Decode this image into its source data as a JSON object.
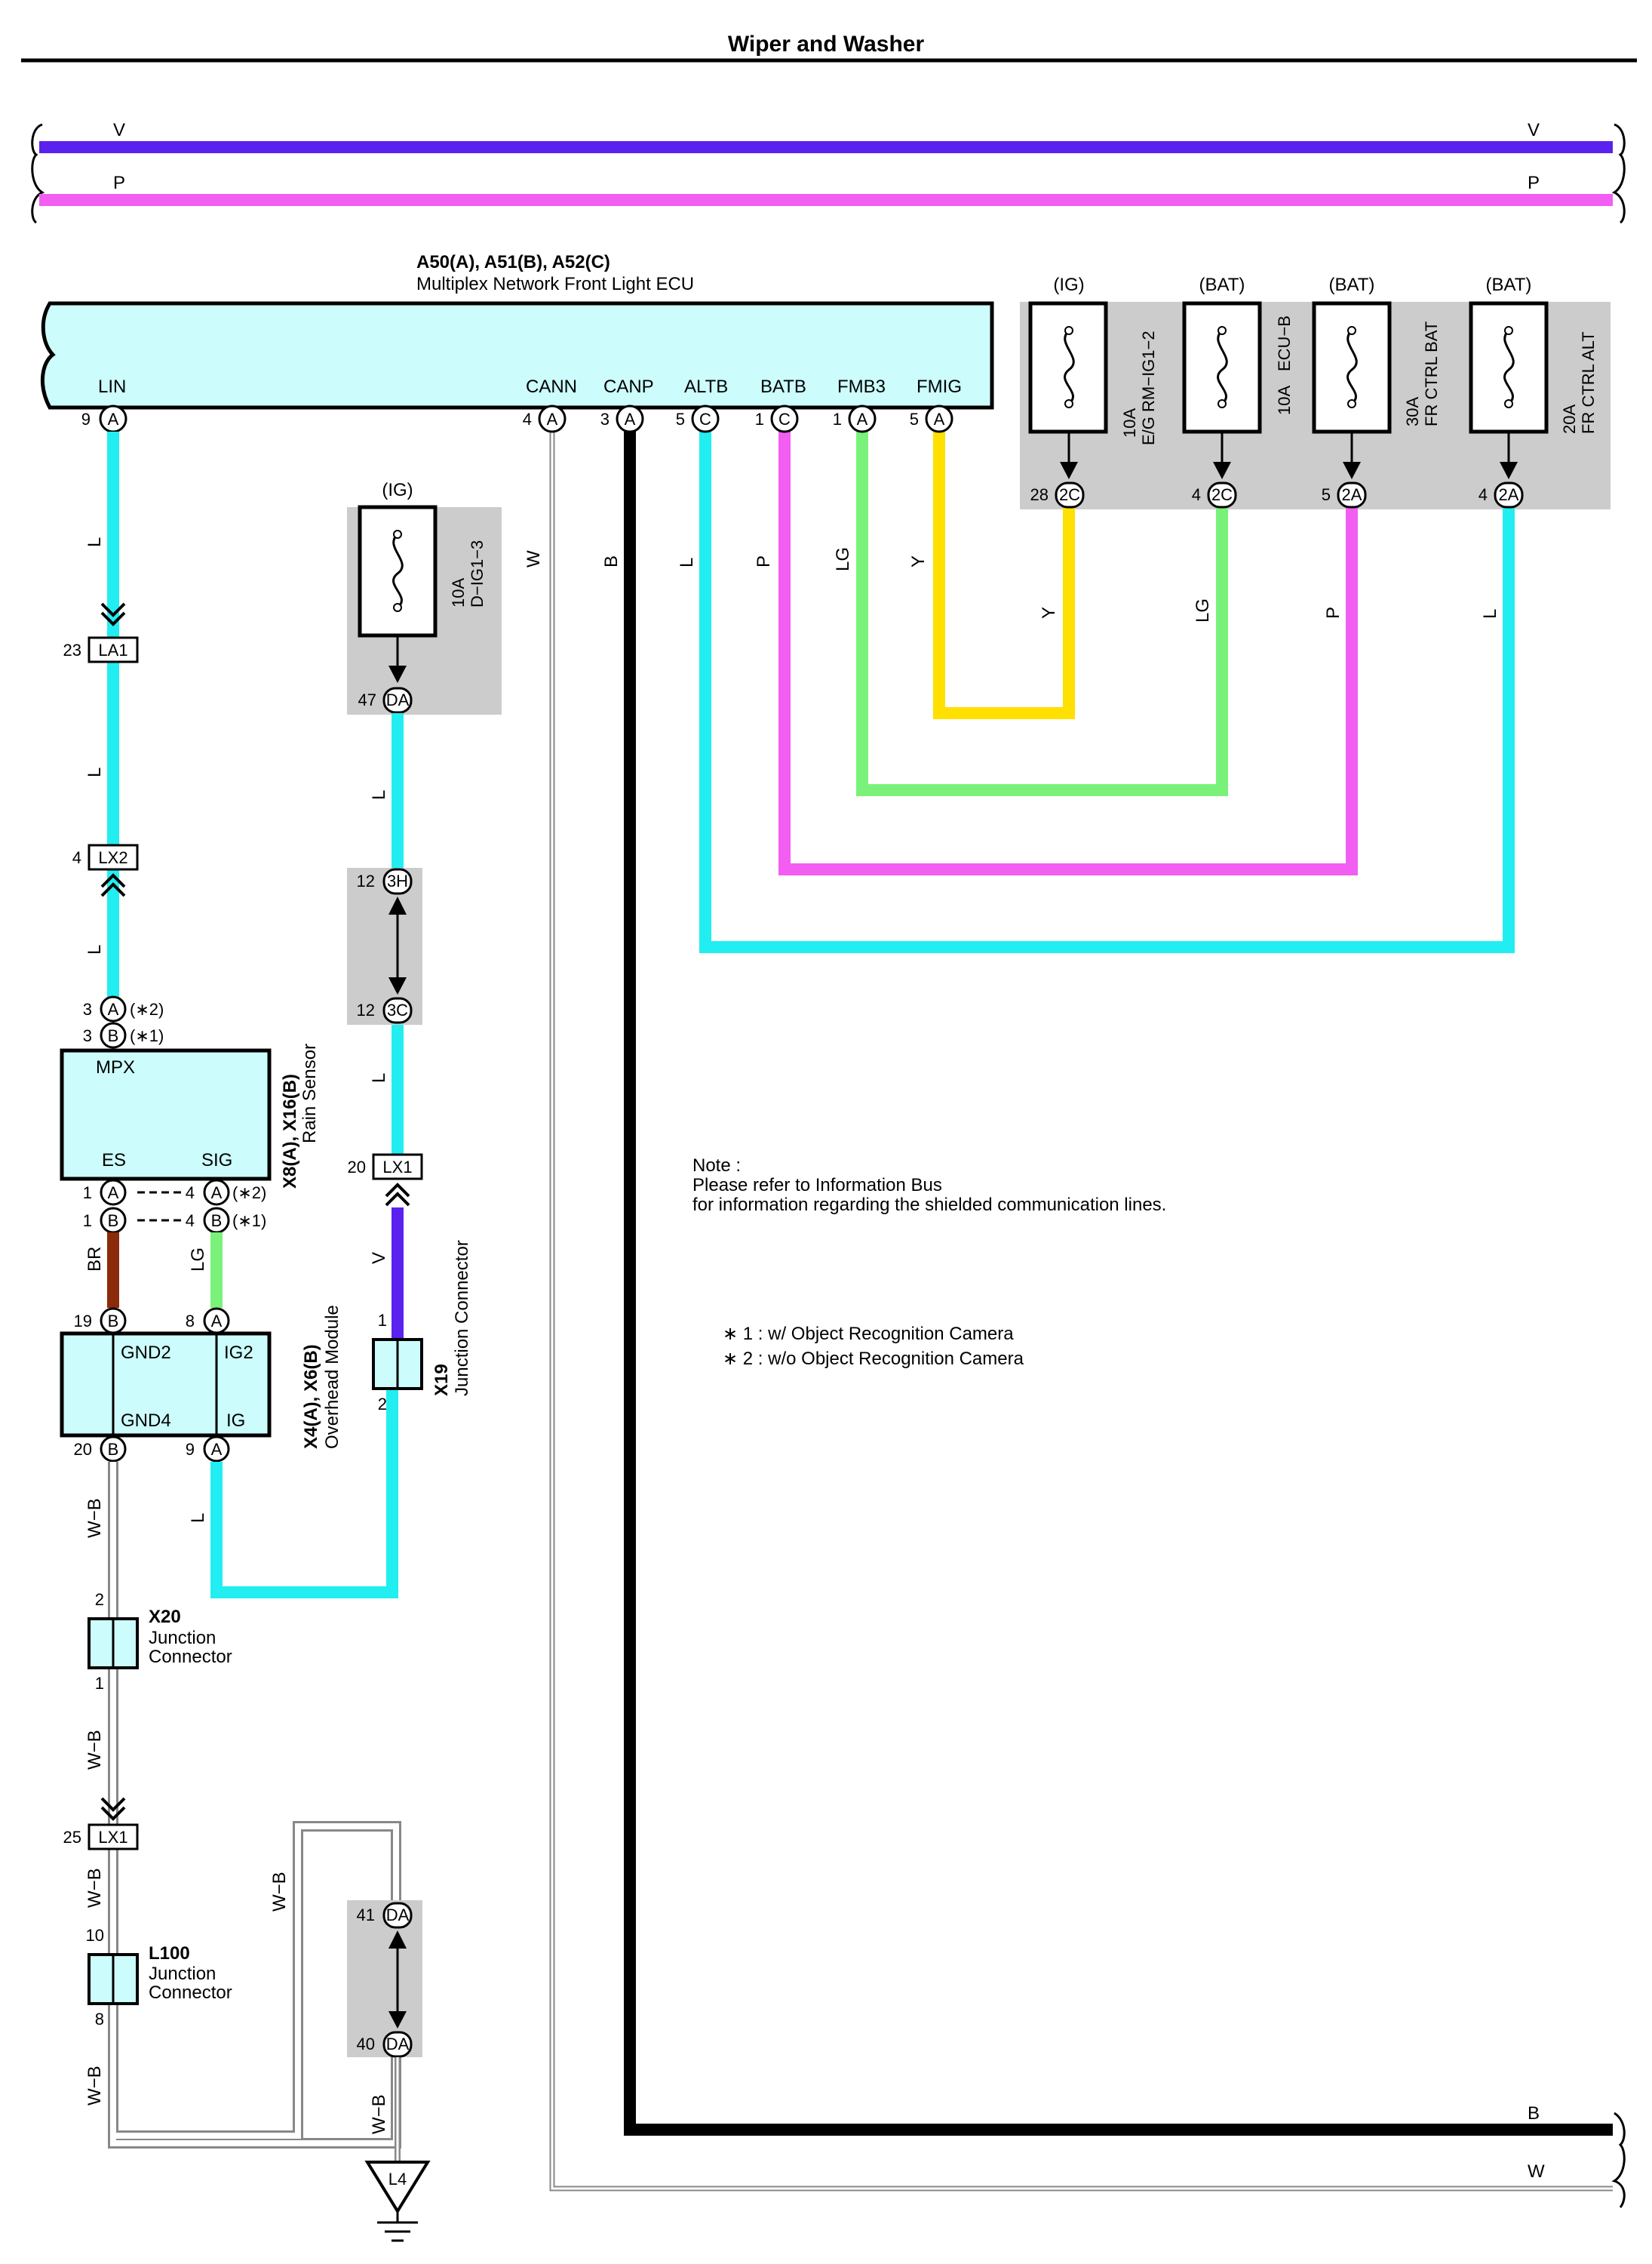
{
  "title": "Wiper and Washer",
  "wire_colors": {
    "V": "#5a22ee",
    "P": "#f25ef2",
    "L": "#22eef2",
    "Y": "#ffe000",
    "LG": "#7af27a",
    "BR": "#8a2a0a",
    "B": "#000000",
    "W": "#ffffff",
    "W-B": "#ffffff",
    "ecu_fill": "#ccfcfc",
    "fuse_box_fill": "#cccccc"
  },
  "bus": {
    "v_label": "V",
    "p_label": "P",
    "b_label": "B",
    "w_label": "W"
  },
  "ecu": {
    "id": "A50(A), A51(B), A52(C)",
    "name": "Multiplex Network Front Light ECU",
    "pins": [
      {
        "name": "LIN",
        "num": "9",
        "conn": "A"
      },
      {
        "name": "CANN",
        "num": "4",
        "conn": "A"
      },
      {
        "name": "CANP",
        "num": "3",
        "conn": "A"
      },
      {
        "name": "ALTB",
        "num": "5",
        "conn": "C"
      },
      {
        "name": "BATB",
        "num": "1",
        "conn": "C"
      },
      {
        "name": "FMB3",
        "num": "1",
        "conn": "A"
      },
      {
        "name": "FMIG",
        "num": "5",
        "conn": "A"
      }
    ]
  },
  "fuses": [
    {
      "supply": "(IG)",
      "rating": "10A",
      "name": "E/G RM−IG1−2",
      "pin": "28",
      "conn": "2C"
    },
    {
      "supply": "(BAT)",
      "rating": "10A",
      "name": "ECU−B",
      "pin": "4",
      "conn": "2C"
    },
    {
      "supply": "(BAT)",
      "rating": "30A",
      "name": "FR CTRL BAT",
      "pin": "5",
      "conn": "2A"
    },
    {
      "supply": "(BAT)",
      "rating": "20A",
      "name": "FR CTRL ALT",
      "pin": "4",
      "conn": "2A"
    }
  ],
  "fuse_dig": {
    "supply": "(IG)",
    "rating": "10A",
    "name": "D−IG1−3",
    "pin": "47",
    "conn": "DA"
  },
  "wire_labels": {
    "W": "W",
    "B": "B",
    "L": "L",
    "P": "P",
    "LG": "LG",
    "Y": "Y",
    "V": "V",
    "BR": "BR",
    "WB": "W−B"
  },
  "connectors": {
    "la1": {
      "num": "23",
      "label": "LA1"
    },
    "lx2": {
      "num": "4",
      "label": "LX2"
    },
    "h3": {
      "num": "12",
      "label": "3H"
    },
    "c3": {
      "num": "12",
      "label": "3C"
    },
    "lx1a": {
      "num": "20",
      "label": "LX1"
    },
    "lx1b": {
      "num": "25",
      "label": "LX1"
    },
    "da41": {
      "num": "41",
      "label": "DA"
    },
    "da40": {
      "num": "40",
      "label": "DA"
    },
    "l4": "L4"
  },
  "rain_sensor": {
    "id": "X8(A), X16(B)",
    "name": "Rain Sensor",
    "mpx": "MPX",
    "es": "ES",
    "sig": "SIG",
    "in_a": {
      "num": "3",
      "conn": "A",
      "note": "(∗2)"
    },
    "in_b": {
      "num": "3",
      "conn": "B",
      "note": "(∗1)"
    },
    "es_a": {
      "num": "1",
      "conn": "A"
    },
    "es_b": {
      "num": "1",
      "conn": "B"
    },
    "sig_a": {
      "num": "4",
      "conn": "A",
      "note": "(∗2)"
    },
    "sig_b": {
      "num": "4",
      "conn": "B",
      "note": "(∗1)"
    }
  },
  "overhead": {
    "id": "X4(A), X6(B)",
    "name": "Overhead Module",
    "gnd2": "GND2",
    "ig2": "IG2",
    "gnd4": "GND4",
    "ig": "IG",
    "p19": {
      "num": "19",
      "conn": "B"
    },
    "p8": {
      "num": "8",
      "conn": "A"
    },
    "p20": {
      "num": "20",
      "conn": "B"
    },
    "p9": {
      "num": "9",
      "conn": "A"
    }
  },
  "x19": {
    "id": "X19",
    "name": "Junction Connector",
    "top": "1",
    "bottom": "2"
  },
  "x20": {
    "id": "X20",
    "name1": "Junction",
    "name2": "Connector",
    "top": "2",
    "bottom": "1"
  },
  "l100": {
    "id": "L100",
    "name1": "Junction",
    "name2": "Connector",
    "top": "10",
    "bottom": "8"
  },
  "note": {
    "head": "Note :",
    "line1": "Please refer to Information Bus",
    "line2": "for information regarding the shielded communication lines."
  },
  "legend": {
    "n1": "∗ 1 : w/ Object Recognition Camera",
    "n2": "∗ 2 : w/o Object Recognition Camera"
  }
}
